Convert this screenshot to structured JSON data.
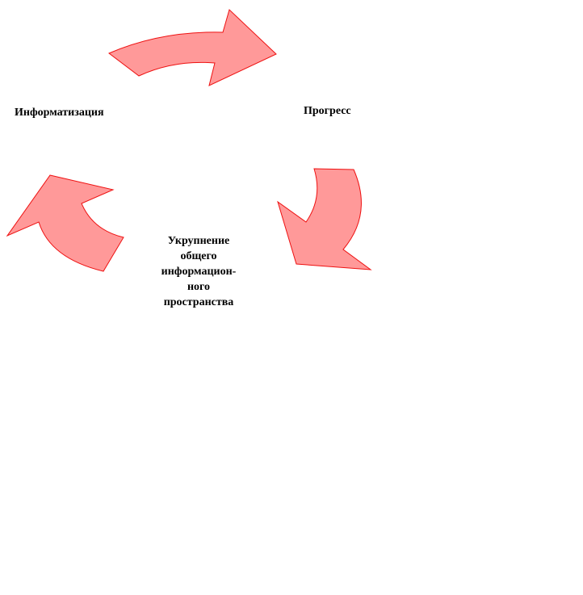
{
  "colors": {
    "arrow_fill": "#ff9999",
    "arrow_stroke": "#ee1111"
  },
  "labels": {
    "informatization": "Информатизация",
    "progress": "Прогресс",
    "consolidation": [
      "Укрупнение",
      "общего",
      "информацион-",
      "ного",
      "пространства"
    ]
  }
}
